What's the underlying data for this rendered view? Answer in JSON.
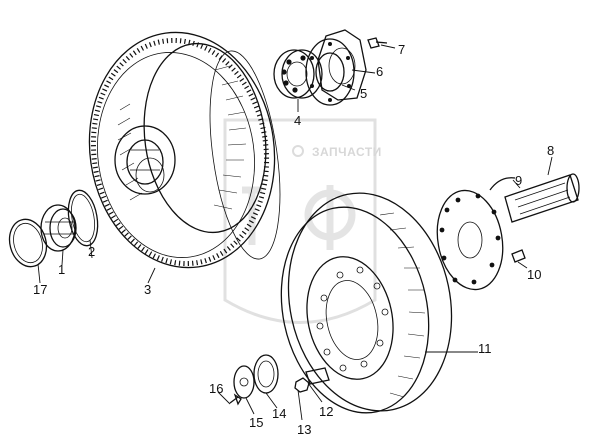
{
  "watermark": {
    "brand": "ЗАПЧАСТИ"
  },
  "callouts": {
    "c1": "1",
    "c2": "2",
    "c3": "3",
    "c4": "4",
    "c5": "5",
    "c6": "6",
    "c7": "7",
    "c8": "8",
    "c9": "9",
    "c10": "10",
    "c11": "11",
    "c12": "12",
    "c13": "13",
    "c14": "14",
    "c15": "15",
    "c16": "16",
    "c17": "17"
  }
}
